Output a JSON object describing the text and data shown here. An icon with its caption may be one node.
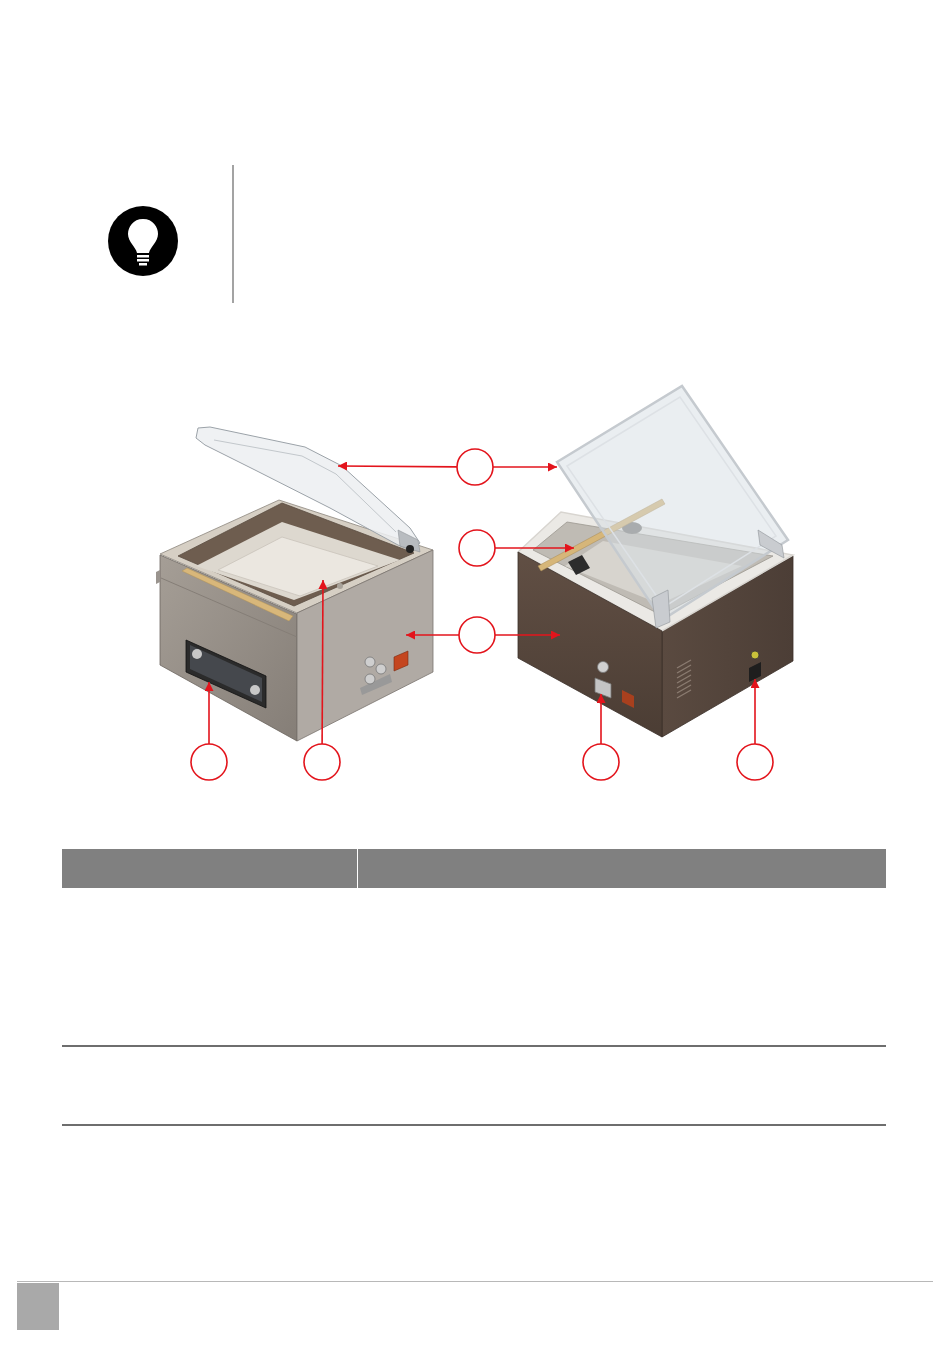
{
  "diagram": {
    "nodes": [
      {
        "text": [],
        "shape": "circle"
      },
      {
        "text": [],
        "shape": "circle"
      },
      {
        "text": [],
        "shape": "circle"
      },
      {
        "text": [],
        "shape": "circle"
      },
      {
        "text": [],
        "shape": "circle"
      },
      {
        "text": [],
        "shape": "circle"
      },
      {
        "text": [],
        "shape": "circle"
      },
      {
        "text": [],
        "shape": "picture"
      },
      {
        "text": [],
        "shape": "picture"
      },
      {
        "text": [],
        "shape": "picture"
      },
      {
        "text": [],
        "shape": "picture"
      },
      {
        "text": [],
        "shape": "picture"
      },
      {
        "text": [],
        "shape": "picture"
      },
      {
        "text": [],
        "shape": "picture"
      },
      {
        "text": [],
        "shape": "picture",
        "in": 11
      },
      {
        "text": [],
        "shape": "picture"
      }
    ],
    "edges": [
      {
        "from": 0,
        "to": 7,
        "arrow": "to"
      },
      {
        "from": 0,
        "to": 8,
        "arrow": "to"
      },
      {
        "from": 1,
        "to": 9,
        "arrow": "to"
      },
      {
        "from": 2,
        "to": 10,
        "arrow": "to"
      },
      {
        "from": 2,
        "to": 11,
        "arrow": "to"
      },
      {
        "from": 3,
        "to": 12,
        "arrow": "to"
      },
      {
        "from": 4,
        "to": 13,
        "arrow": "to"
      },
      {
        "from": 5,
        "to": 14,
        "arrow": "to"
      },
      {
        "from": 6,
        "to": 15,
        "arrow": "to"
      }
    ]
  }
}
